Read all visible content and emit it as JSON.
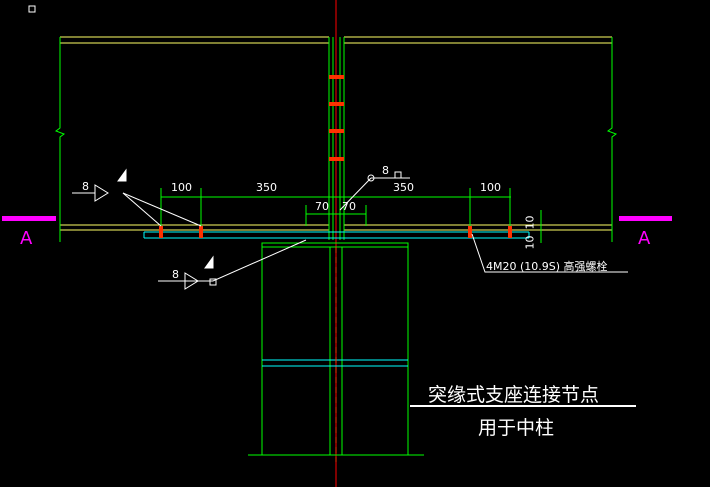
{
  "drawing": {
    "title": "突缘式支座连接节点",
    "subtitle": "用于中柱",
    "section_label_left": "A",
    "section_label_right": "A",
    "bolt_note": "4M20 (10.9S) 高强螺栓",
    "weld_tags": {
      "left_top": "8",
      "left_bottom": "8",
      "right": "8"
    },
    "dimensions": {
      "left_a": "100",
      "left_b": "350",
      "center_left": "70",
      "center_right": "70",
      "right_b": "350",
      "right_a": "100",
      "vertical_top": "10",
      "vertical_bottom": "10"
    }
  },
  "colors": {
    "background": "#000000",
    "structure": "#00ff00",
    "beam_flange": "#ffff66",
    "plate": "#00ffff",
    "bolt": "#ff3300",
    "centerline": "#ff0000",
    "section_mark": "#ff00ff",
    "text": "#ffffff"
  }
}
